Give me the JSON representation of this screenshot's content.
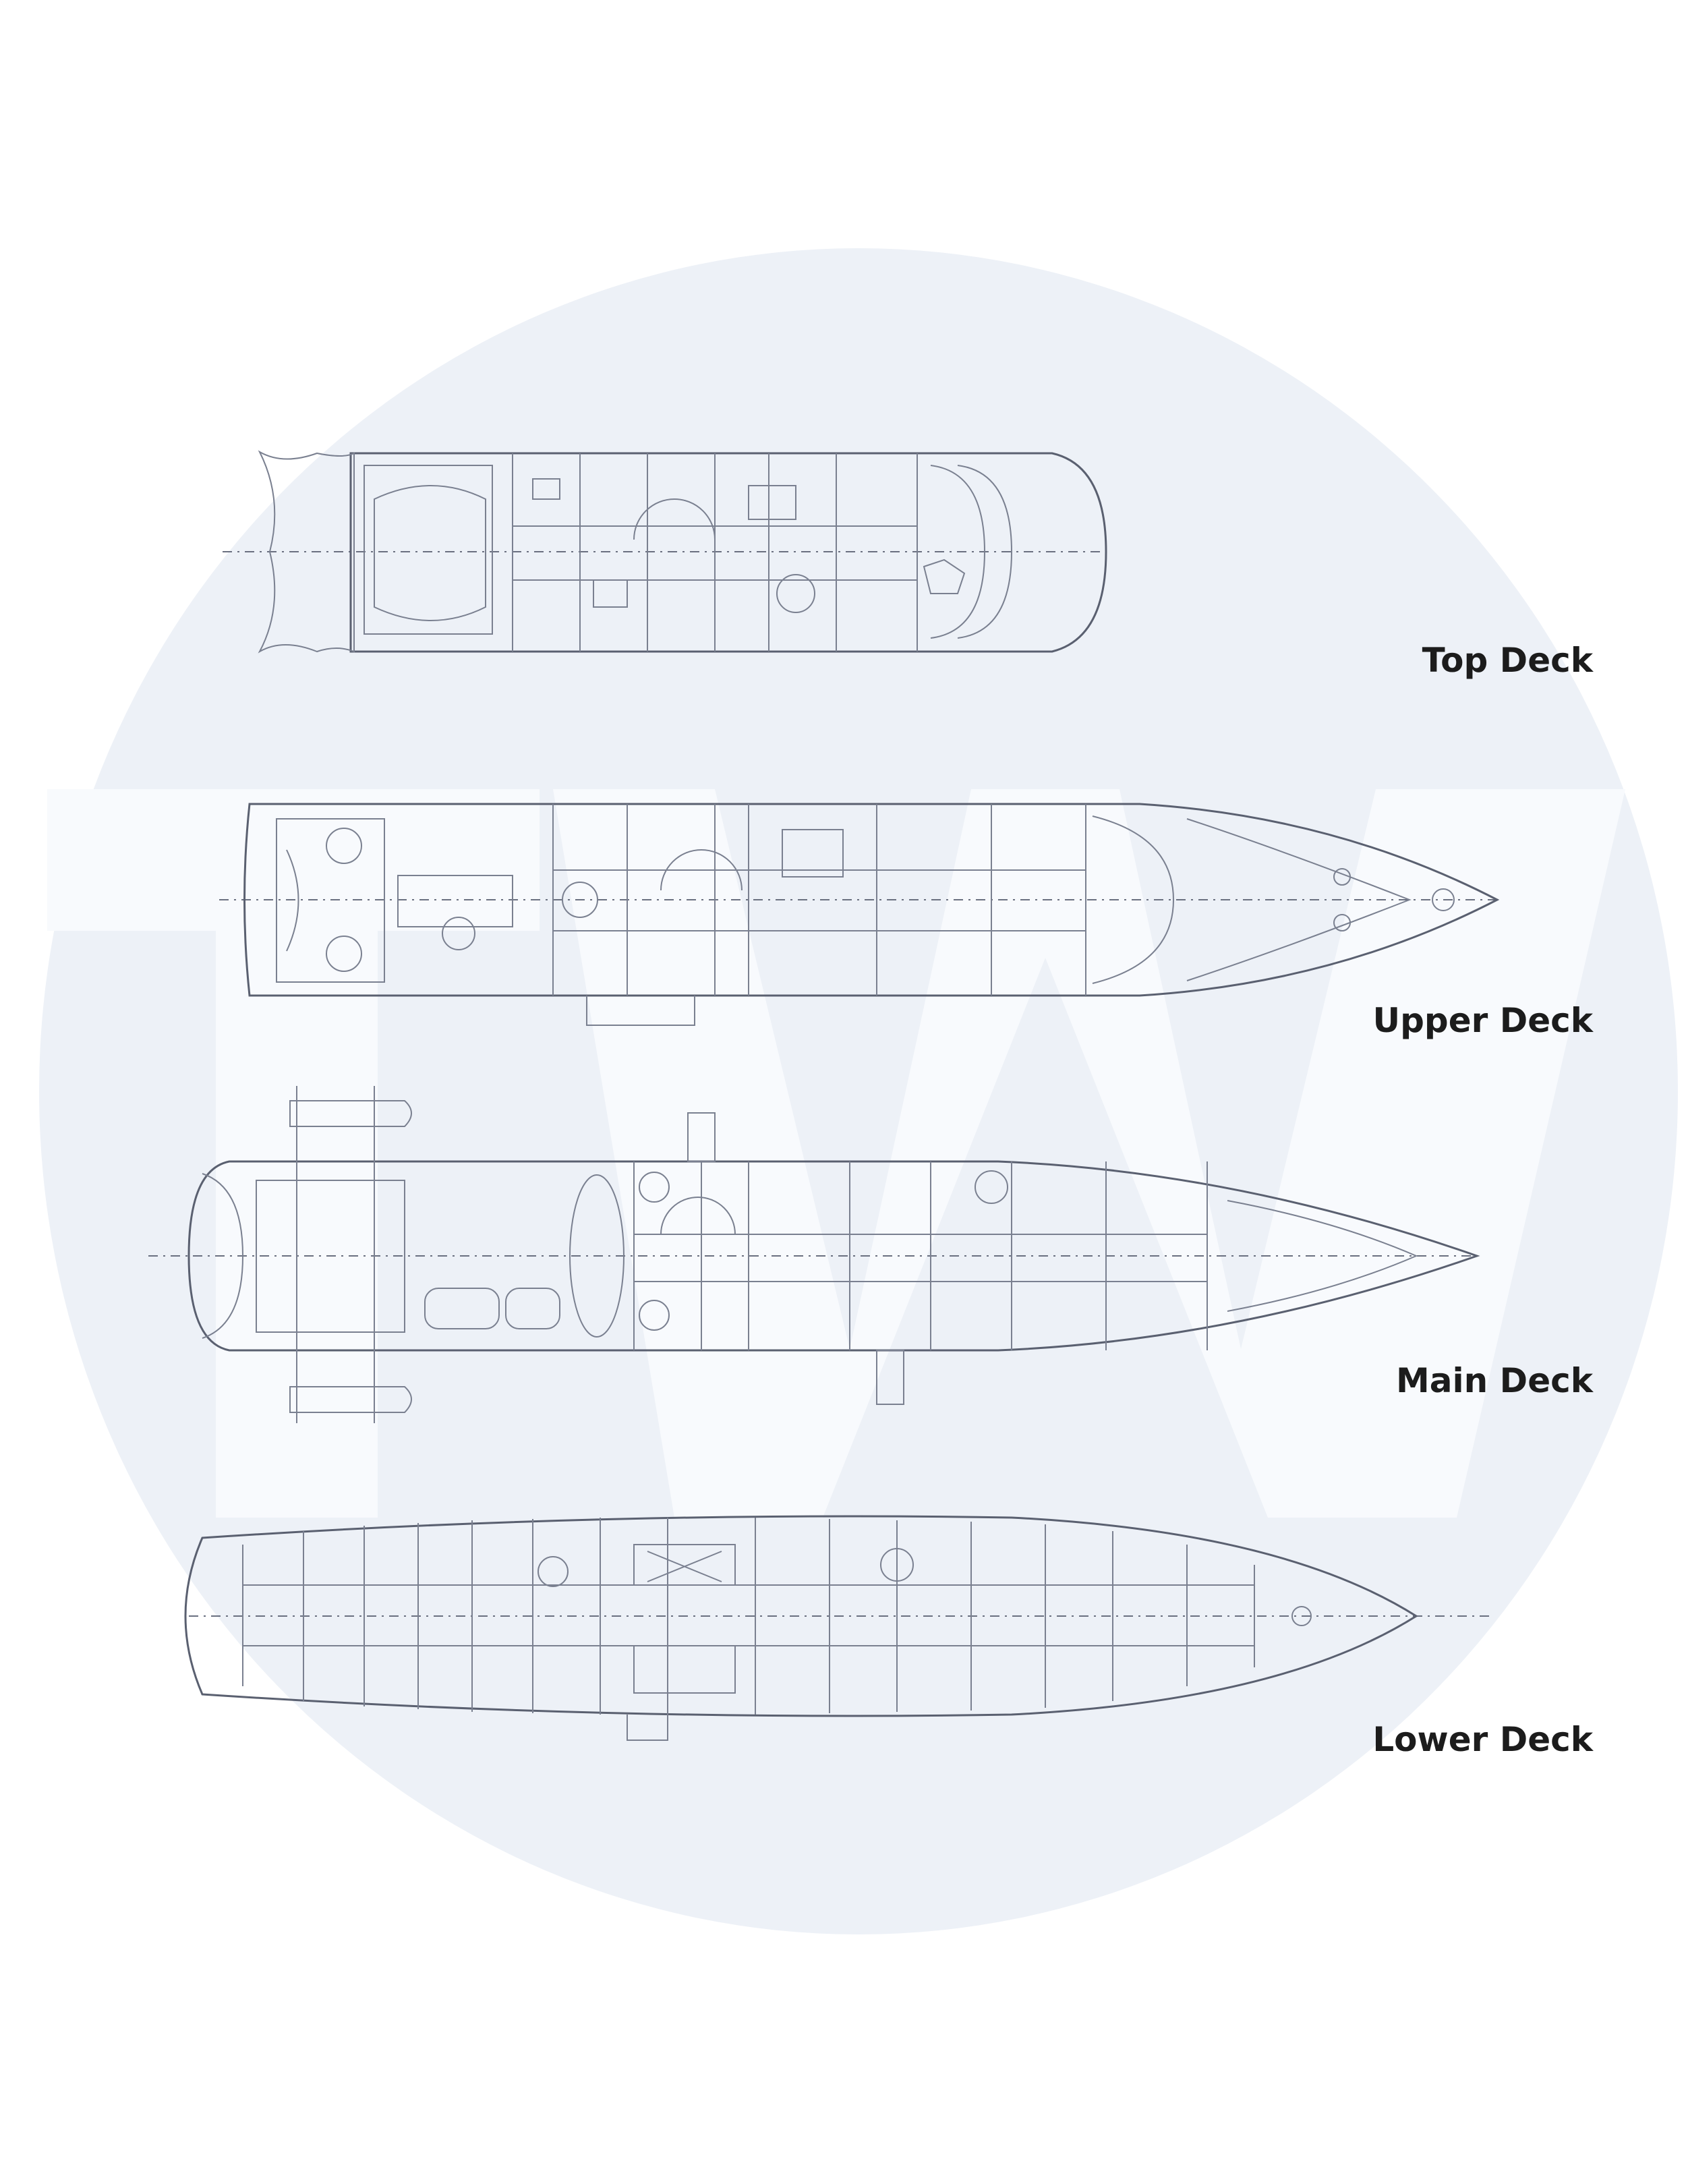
{
  "decks": [
    {
      "key": "top",
      "label": "Top Deck"
    },
    {
      "key": "upper",
      "label": "Upper Deck"
    },
    {
      "key": "main",
      "label": "Main Deck"
    },
    {
      "key": "lower",
      "label": "Lower Deck"
    }
  ],
  "watermark_text": "TW",
  "colors": {
    "background": "#ffffff",
    "circle": "#edf1f7",
    "watermark": "#f7f9fc",
    "lines": "#5a6070",
    "label": "#1c1c1c"
  }
}
